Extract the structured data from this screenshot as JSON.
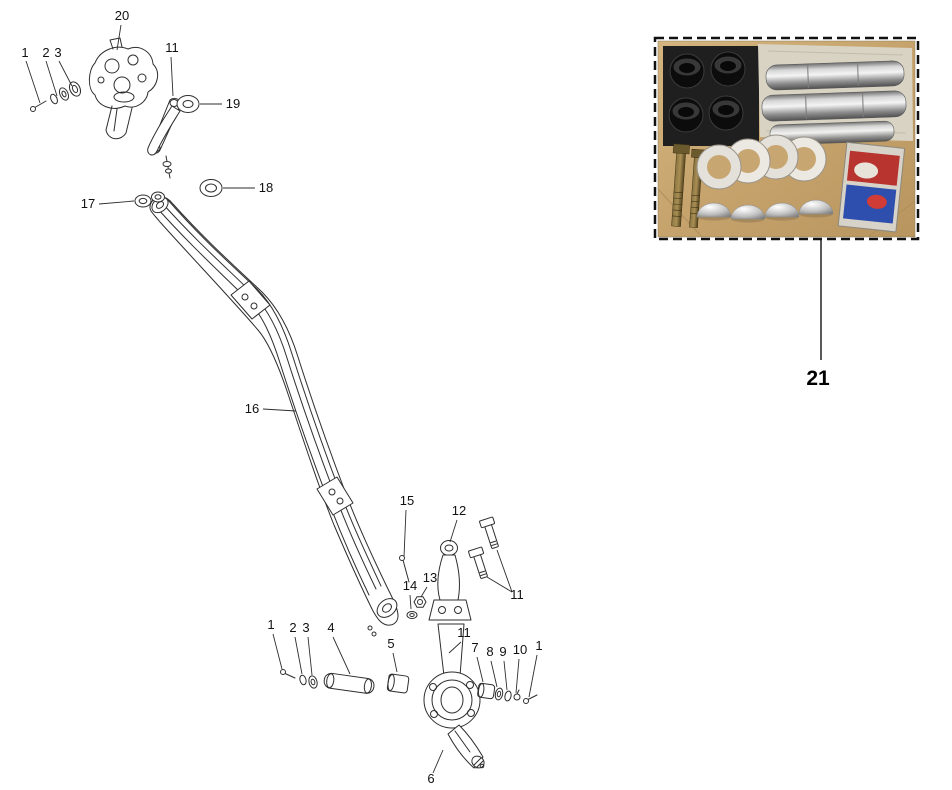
{
  "callouts": [
    "1",
    "2",
    "3",
    "20",
    "11",
    "19",
    "17",
    "18",
    "16",
    "15",
    "12",
    "13",
    "14",
    "11",
    "1",
    "2",
    "3",
    "4",
    "5",
    "11",
    "7",
    "8",
    "9",
    "10",
    "1",
    "6"
  ],
  "inset": {
    "label": "21"
  },
  "colors": {
    "line": "#2e2e2e",
    "photo_cloth": "#1f1f1f",
    "photo_cardboard": "#c6a36c",
    "bag_red": "#b8342e",
    "bag_blue": "#2e4fae",
    "border": "#111111"
  }
}
